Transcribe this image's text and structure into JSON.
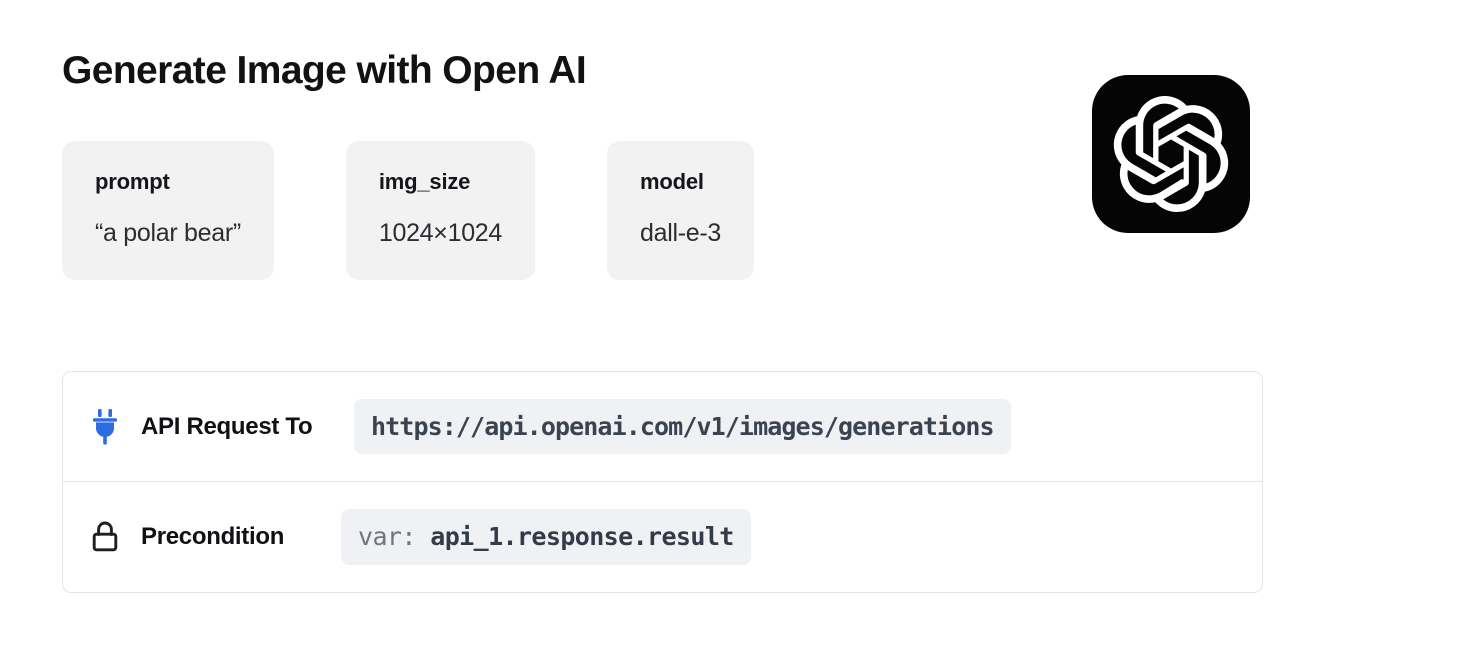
{
  "page": {
    "title": "Generate Image with Open AI",
    "background": "#ffffff"
  },
  "brand": {
    "name": "openai-logo",
    "logo_background": "#050505",
    "logo_mark_color": "#ffffff"
  },
  "params": [
    {
      "label": "prompt",
      "value": "“a polar bear”"
    },
    {
      "label": "img_size",
      "value": "1024×1024"
    },
    {
      "label": "model",
      "value": "dall-e-3"
    }
  ],
  "details": {
    "rows": [
      {
        "icon": "plug-icon",
        "icon_color": "#2d6ce0",
        "label": "API Request To",
        "value": "https://api.openai.com/v1/images/generations"
      },
      {
        "icon": "lock-icon",
        "icon_color": "#1d1f24",
        "label": "Precondition",
        "value_key": "var:",
        "value": "api_1.response.result"
      }
    ]
  },
  "colors": {
    "card_background": "#f2f2f3",
    "chip_background": "#f0f1f4",
    "border": "#e3e5e9",
    "text_primary": "#111214",
    "code_text": "#3b4250",
    "muted_text": "#6f7480",
    "accent_blue": "#2d6ce0"
  }
}
